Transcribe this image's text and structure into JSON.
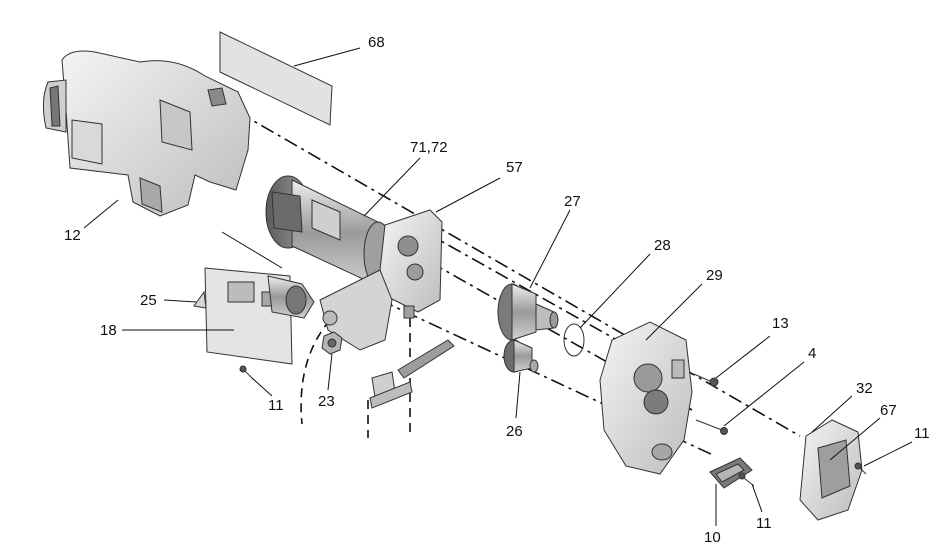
{
  "diagram": {
    "callouts": {
      "p68": "68",
      "p71_72": "71,72",
      "p57": "57",
      "p27": "27",
      "p28": "28",
      "p29": "29",
      "p13": "13",
      "p4": "4",
      "p32": "32",
      "p67": "67",
      "p11_right": "11",
      "p11_bottom": "11",
      "p10": "10",
      "p26": "26",
      "p23": "23",
      "p11_left": "11",
      "p18": "18",
      "p25": "25",
      "p12": "12"
    }
  }
}
